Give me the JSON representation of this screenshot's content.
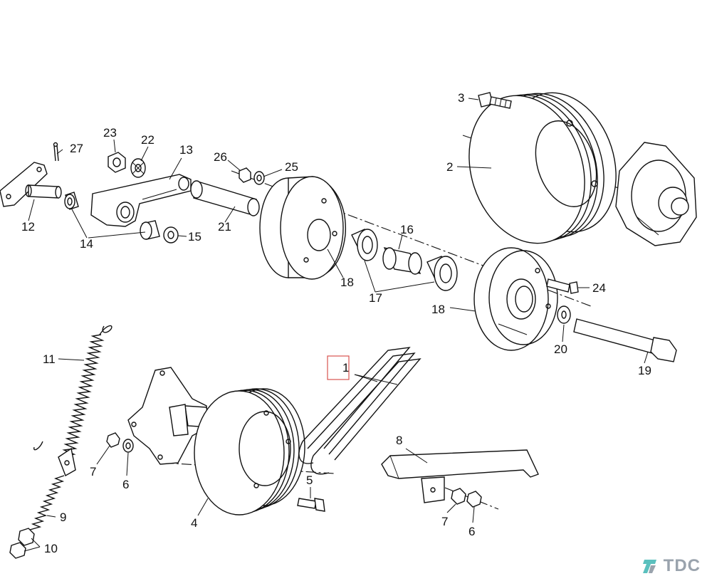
{
  "labels": {
    "l1": "1",
    "l2": "2",
    "l3": "3",
    "l4": "4",
    "l5": "5",
    "l6a": "6",
    "l6b": "6",
    "l7a": "7",
    "l7b": "7",
    "l8": "8",
    "l9": "9",
    "l10": "10",
    "l11": "11",
    "l12": "12",
    "l13": "13",
    "l14": "14",
    "l15": "15",
    "l16": "16",
    "l17": "17",
    "l18a": "18",
    "l18b": "18",
    "l19": "19",
    "l20": "20",
    "l21": "21",
    "l22": "22",
    "l23": "23",
    "l24": "24",
    "l25": "25",
    "l26": "26",
    "l27": "27"
  },
  "highlight": {
    "label": "1",
    "color": "#d9534f"
  },
  "logo": {
    "text": "TDC",
    "color": "#9aa3ad",
    "accent": "#5bc0be"
  }
}
